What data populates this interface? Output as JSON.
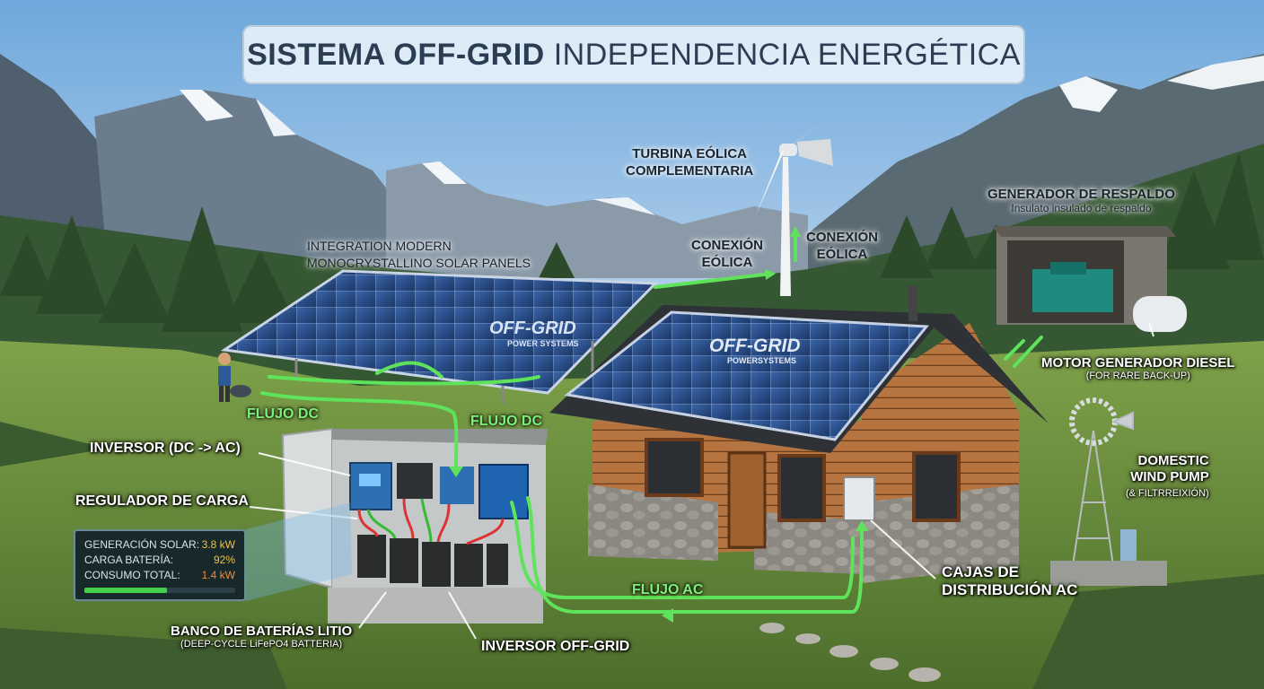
{
  "title": {
    "bold": "SISTEMA OFF-GRID",
    "rest": "INDEPENDENCIA ENERGÉTICA"
  },
  "labels": {
    "wind_turbine": [
      "TURBINA EÓLICA",
      "COMPLEMENTARIA"
    ],
    "solar_panels": [
      "INTEGRATION MODERN",
      "MONOCRYSTALLINO SOLAR PANELS"
    ],
    "wind_connection_left": [
      "CONEXIÓN",
      "EÓLICA"
    ],
    "wind_connection_right": [
      "CONEXIÓN",
      "EÓLICA"
    ],
    "backup_generator": {
      "title": "GENERADOR DE RESPALDO",
      "subtitle": "Insulato insulado de respaldo"
    },
    "diesel_motor": {
      "title": "MOTOR GENERADOR DIESEL",
      "subtitle": "(FOR RARE BACK-UP)"
    },
    "wind_pump": {
      "lines": [
        "DOMESTIC",
        "WIND PUMP"
      ],
      "subtitle": "(& FILTRREIXIÓN)"
    },
    "inverter": "INVERSOR (DC -> AC)",
    "charge_regulator": "REGULADOR DE CARGA",
    "battery_bank": {
      "title": "BANCO DE BATERÍAS LITIO",
      "subtitle": "(DEEP-CYCLE LiFePO4 BATTERIA)"
    },
    "offgrid_inverter": "INVERSOR OFF-GRID",
    "ac_boxes": [
      "CAJAS DE",
      "DISTRIBUCIÓN AC"
    ],
    "flow_dc_left": "FLUJO DC",
    "flow_dc_right": "FLUJO DC",
    "flow_ac": "FLUJO AC",
    "panel_brand_1": [
      "OFF-GRID",
      "POWER SYSTEMS"
    ],
    "panel_brand_2": [
      "OFF-GRID",
      "POWERSYSTEMS"
    ]
  },
  "stats_panel": {
    "rows": [
      {
        "key": "GENERACIÓN SOLAR:",
        "value": "3.8 kW"
      },
      {
        "key": "CARGA BATERÍA:",
        "value": "92%"
      },
      {
        "key": "CONSUMO TOTAL:",
        "value": "1.4 kW"
      }
    ],
    "progress_fraction": 0.55
  },
  "colors": {
    "sky_top": "#7fb3e0",
    "sky_bottom": "#d6e8f4",
    "flow_green": "#5fe35a",
    "panel_blue": "#2a4f8c",
    "wood": "#b0703c",
    "stone": "#8b8a84",
    "grass": "#6f9a3a",
    "forest": "#2f4a2a"
  }
}
